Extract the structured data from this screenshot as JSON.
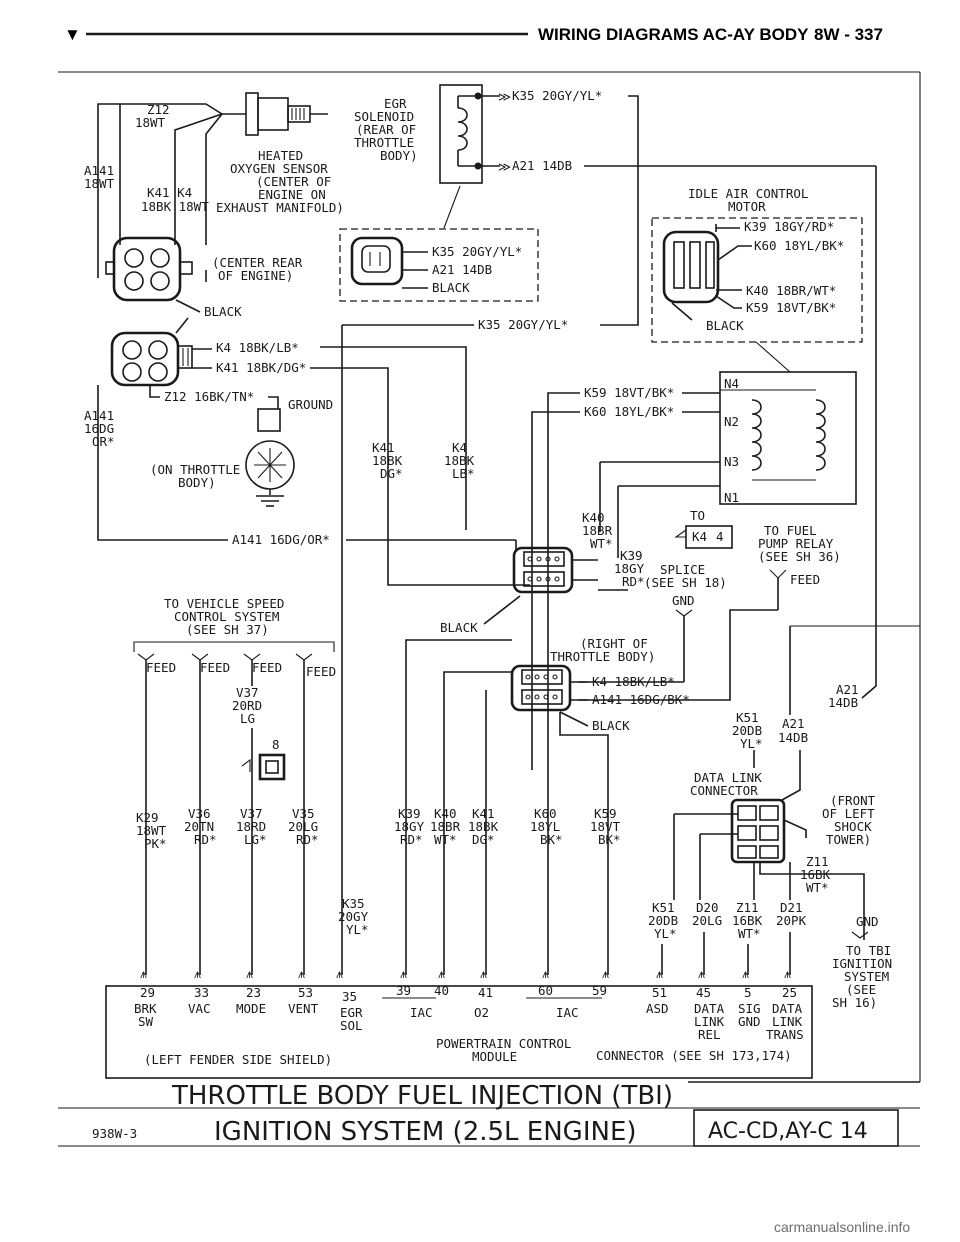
{
  "header": {
    "marker": "▼",
    "title": "WIRING DIAGRAMS AC-AY BODY",
    "page": "8W - 337"
  },
  "components": {
    "egr_solenoid": [
      "EGR",
      "SOLENOID",
      "(REAR OF",
      "THROTTLE",
      "BODY)"
    ],
    "oxygen_sensor": [
      "HEATED",
      "OXYGEN SENSOR",
      "(CENTER OF",
      "ENGINE ON",
      "EXHAUST MANIFOLD)"
    ],
    "center_rear": [
      "(CENTER REAR",
      "OF ENGINE)"
    ],
    "iac_motor": [
      "IDLE AIR CONTROL",
      "MOTOR"
    ],
    "ground_loc": [
      "(ON THROTTLE",
      "BODY)"
    ],
    "speed_control": [
      "TO VEHICLE SPEED",
      "CONTROL SYSTEM",
      "(SEE SH 37)"
    ],
    "right_tb": [
      "(RIGHT OF",
      "THROTTLE BODY)"
    ],
    "fuel_pump": [
      "TO FUEL",
      "PUMP RELAY",
      "(SEE SH 36)"
    ],
    "splice": [
      "SPLICE",
      "(SEE SH 18)"
    ],
    "data_link": [
      "DATA LINK",
      "CONNECTOR"
    ],
    "front_shock": [
      "(FRONT",
      "OF LEFT",
      "SHOCK",
      "TOWER)"
    ],
    "tbi_ign": [
      "TO TBI",
      "IGNITION",
      "SYSTEM",
      "(SEE",
      "SH 16)"
    ]
  },
  "wires": {
    "z12_top": [
      "Z12",
      "18WT"
    ],
    "a141_top": [
      "A141",
      "18WT"
    ],
    "k41k4": [
      "K41  K4",
      "18BK 18WT"
    ],
    "k35_egr": "K35 20GY/YL*",
    "a21_egr": "A21 14DB",
    "k35_c": "K35 20GY/YL*",
    "a21_c": "A21 14DB",
    "black_c": "BLACK",
    "k39_iac": "K39 18GY/RD*",
    "k60_iac": "K60 18YL/BK*",
    "k40_iac": "K40 18BR/WT*",
    "k59_iac": "K59 18VT/BK*",
    "black_iac": "BLACK",
    "black_o2": "BLACK",
    "k35_mid": "K35 20GY/YL*",
    "k4_conn": "K4 18BK/LB*",
    "k41_conn": "K41 18BK/DG*",
    "z12_gnd": "Z12 16BK/TN*",
    "ground": "GROUND",
    "a141_left": [
      "A141",
      "16DG",
      "OR*"
    ],
    "k41_mid": [
      "K41",
      "18BK",
      "DG*"
    ],
    "k4_mid": [
      "K4",
      "18BK",
      "LB*"
    ],
    "a141_bot": "A141 16DG/OR*",
    "k59_n4": "K59 18VT/BK*",
    "k60_n2": "K60 18YL/BK*",
    "k40_mid": [
      "K40",
      "18BR",
      "WT*"
    ],
    "k39_mid": [
      "K39",
      "18GY",
      "RD*"
    ],
    "to_label": "TO",
    "k4_box": "K4",
    "k4_num": "4",
    "feed": "FEED",
    "gnd": "GND",
    "black_splice": "BLACK",
    "k4_rt": "K4 18BK/LB*",
    "a141_rt": "A141 16DG/BK*",
    "black_rt": "BLACK",
    "a21_right": [
      "A21",
      "14DB"
    ],
    "k51_right": [
      "K51",
      "20DB",
      "YL*"
    ],
    "a21_right2": [
      "A21",
      "14DB"
    ],
    "z11_right": [
      "Z11",
      "16BK",
      "WT*"
    ],
    "v37": [
      "V37",
      "20RD",
      "LG"
    ],
    "fuse_num": "8",
    "nodes": [
      "N4",
      "N2",
      "N3",
      "N1"
    ]
  },
  "feeds": [
    "FEED",
    "FEED",
    "FEED",
    "FEED"
  ],
  "mid_wires": [
    [
      "K29",
      "18WT",
      "PK*"
    ],
    [
      "V36",
      "20TN",
      "RD*"
    ],
    [
      "V37",
      "18RD",
      "LG*"
    ],
    [
      "V35",
      "20LG",
      "RD*"
    ],
    [
      "K35",
      "20GY",
      "YL*"
    ],
    [
      "K39",
      "18GY",
      "RD*"
    ],
    [
      "K40",
      "18BR",
      "WT*"
    ],
    [
      "K41",
      "18BK",
      "DG*"
    ],
    [
      "K60",
      "18YL",
      "BK*"
    ],
    [
      "K59",
      "18VT",
      "BK*"
    ],
    [
      "K51",
      "20DB",
      "YL*"
    ],
    [
      "D20",
      "20LG"
    ],
    [
      "Z11",
      "16BK",
      "WT*"
    ],
    [
      "D21",
      "20PK"
    ]
  ],
  "pins": [
    "29",
    "33",
    "23",
    "53",
    "35",
    "39",
    "40",
    "41",
    "60",
    "59",
    "51",
    "45",
    "5",
    "25"
  ],
  "pin_funcs": [
    [
      "BRK",
      "SW"
    ],
    [
      "VAC"
    ],
    [
      "MODE"
    ],
    [
      "VENT"
    ],
    [
      "EGR",
      "SOL"
    ],
    [
      "IAC"
    ],
    [
      "O2"
    ],
    [
      "IAC"
    ],
    [
      "ASD"
    ],
    [
      "DATA",
      "LINK",
      "REL"
    ],
    [
      "SIG",
      "GND"
    ],
    [
      "DATA",
      "LINK",
      "TRANS"
    ]
  ],
  "pcm": {
    "name": [
      "POWERTRAIN CONTROL",
      "MODULE"
    ],
    "left": "(LEFT FENDER SIDE SHIELD)",
    "right": "CONNECTOR (SEE SH 173,174)"
  },
  "title_block": {
    "line1": "THROTTLE BODY FUEL INJECTION (TBI)",
    "line2": "IGNITION SYSTEM (2.5L ENGINE)",
    "code": "938W-3",
    "body": "AC-CD,AY-C 14"
  },
  "watermark": "carmanualsonline.info"
}
